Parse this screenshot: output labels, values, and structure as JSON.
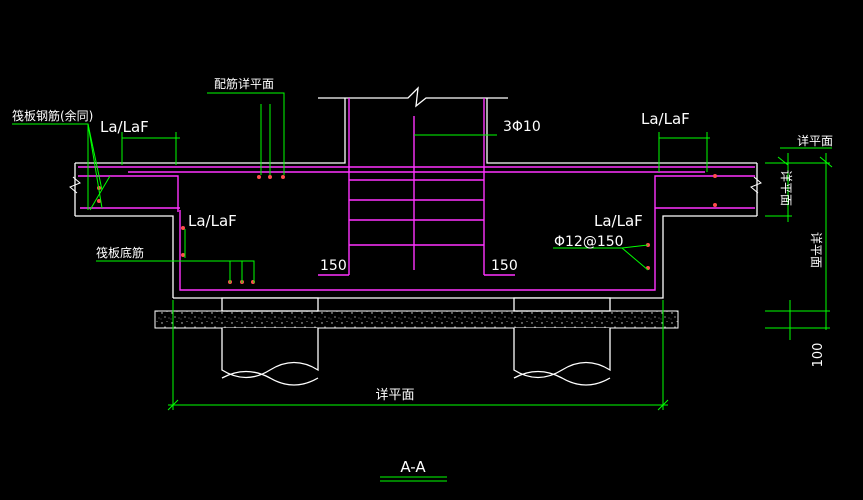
{
  "colors": {
    "background": "#000000",
    "concrete_outline": "#ffffff",
    "rebar": "#ff33ff",
    "dimension": "#00ff00",
    "text": "#ffffff",
    "leader": "#00ff00",
    "dots": "#ff6060"
  },
  "labels": {
    "raft_top_rebar": "筏板钢筋(余同)",
    "anchor_top_left": "La/LaF",
    "anchor_top_right": "La/LaF",
    "anchor_mid_left": "La/LaF",
    "anchor_mid_right": "La/LaF",
    "detail_plan_rebar": "配筋详平面",
    "column_rebar": "3Φ10",
    "raft_bottom_rebar": "筏板底筋",
    "stirrup": "Φ12@150",
    "offset_left": "150",
    "offset_right": "150",
    "dim_right_top": "详平面",
    "dim_right_small": "详平面",
    "dim_right_tall": "详平面",
    "dim_bottom": "详平面",
    "dim_cushion": "100",
    "section_title": "A-A"
  }
}
